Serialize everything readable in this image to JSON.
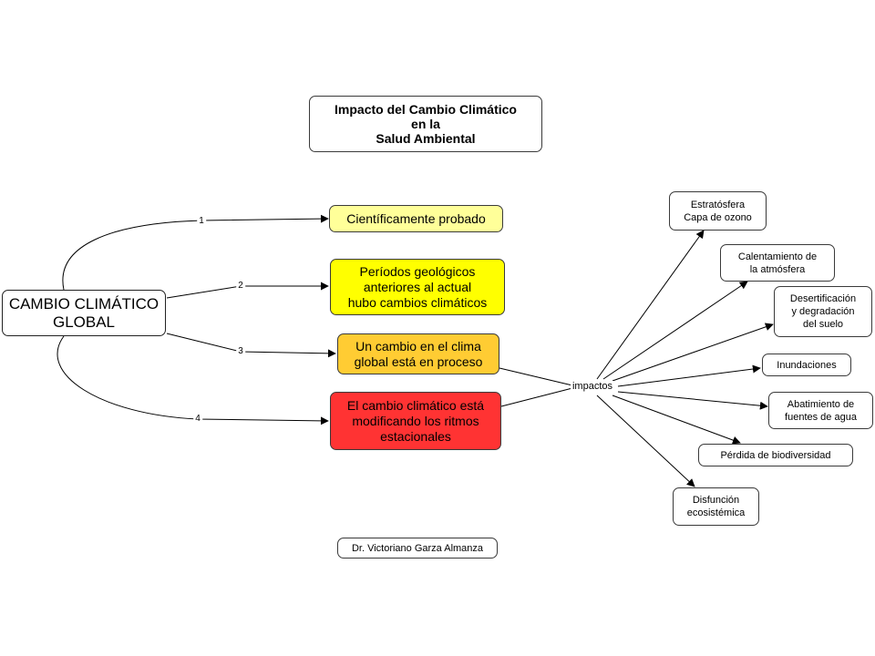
{
  "title": "Impacto del Cambio Climático\nen la\nSalud Ambiental",
  "central": "CAMBIO CLIMÁTICO\nGLOBAL",
  "branches": [
    {
      "label": "1",
      "text": "Científicamente probado"
    },
    {
      "label": "2",
      "text": "Períodos geológicos\nanteriores al actual\nhubo cambios climáticos"
    },
    {
      "label": "3",
      "text": "Un cambio en el clima\nglobal está en proceso"
    },
    {
      "label": "4",
      "text": "El cambio climático está\nmodificando los ritmos\nestacionales"
    }
  ],
  "hub_label": "impactos",
  "impacts": [
    "Estratósfera\nCapa de ozono",
    "Calentamiento de\nla atmósfera",
    "Desertificación\ny degradación\ndel suelo",
    "Inundaciones",
    "Abatimiento de\nfuentes de agua",
    "Pérdida de biodiversidad",
    "Disfunción\necosistémica"
  ],
  "author": "Dr. Victoriano Garza Almanza",
  "colors": {
    "branch1": "#ffff99",
    "branch2": "#ffff00",
    "branch3": "#ffcc33",
    "branch4": "#ff3333",
    "line": "#000000"
  }
}
